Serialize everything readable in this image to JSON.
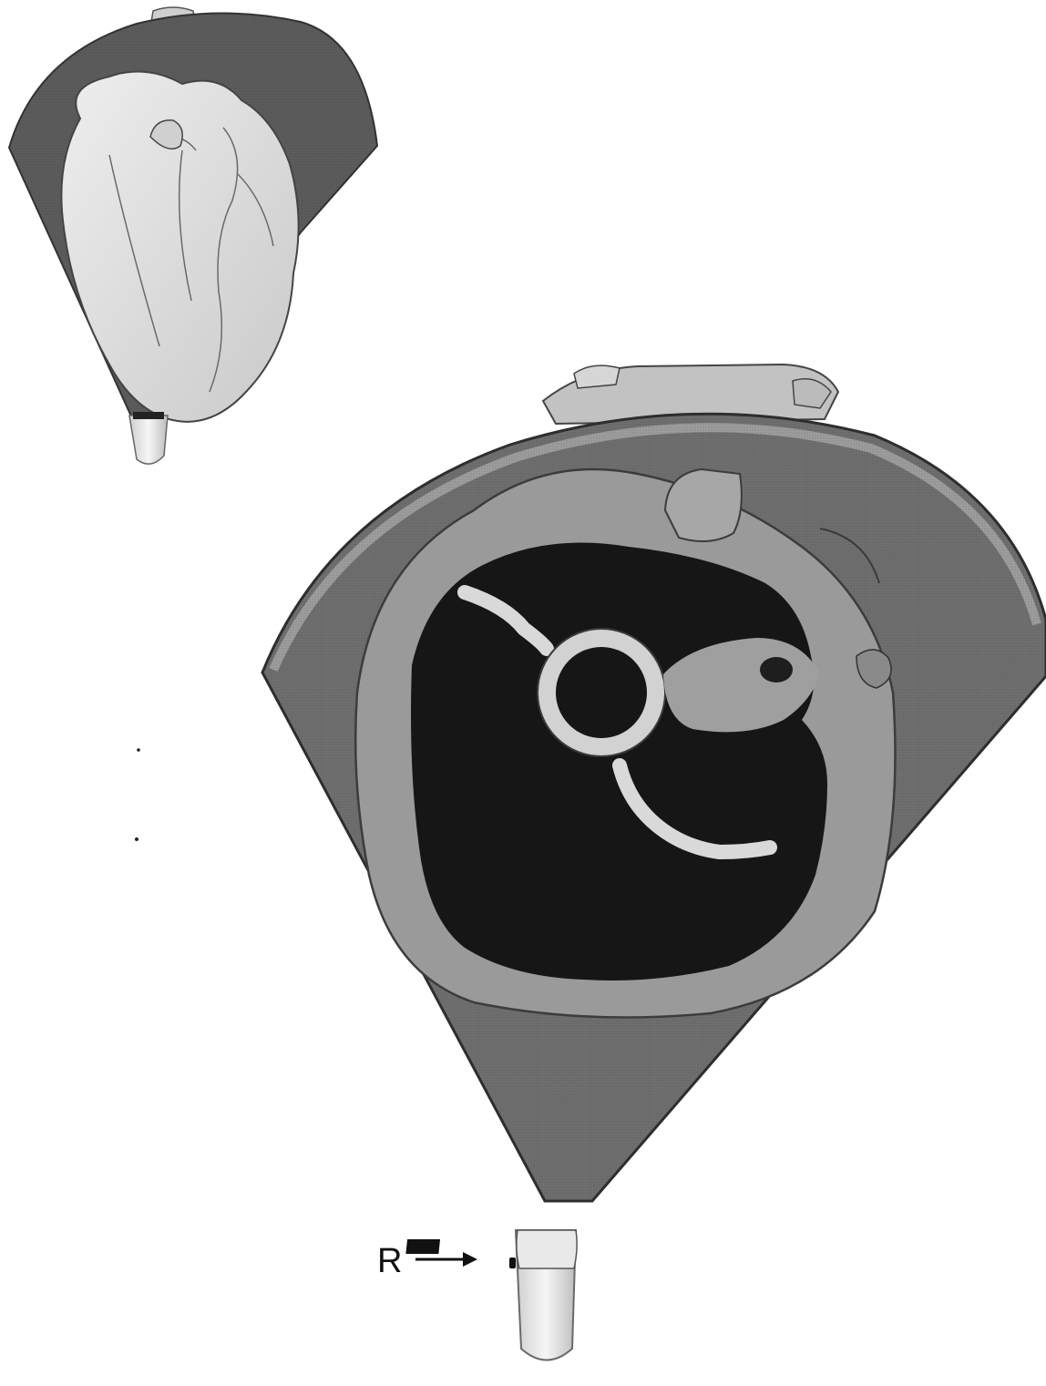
{
  "annotation": {
    "probe_marker_label": "R"
  },
  "colors": {
    "background": "#ffffff",
    "sector_fill": "#6f6f6f",
    "sector_rim": "#a9a9a9",
    "tissue": "#9a9a9a",
    "myocardium_bright": "#d9d9d9",
    "cavity": "#161616",
    "heart_sketch": "#d8d8d8",
    "line": "#111111"
  },
  "icons": [
    "heart-illustration",
    "ultrasound-sector",
    "transducer-probe",
    "arrow-right-icon"
  ]
}
